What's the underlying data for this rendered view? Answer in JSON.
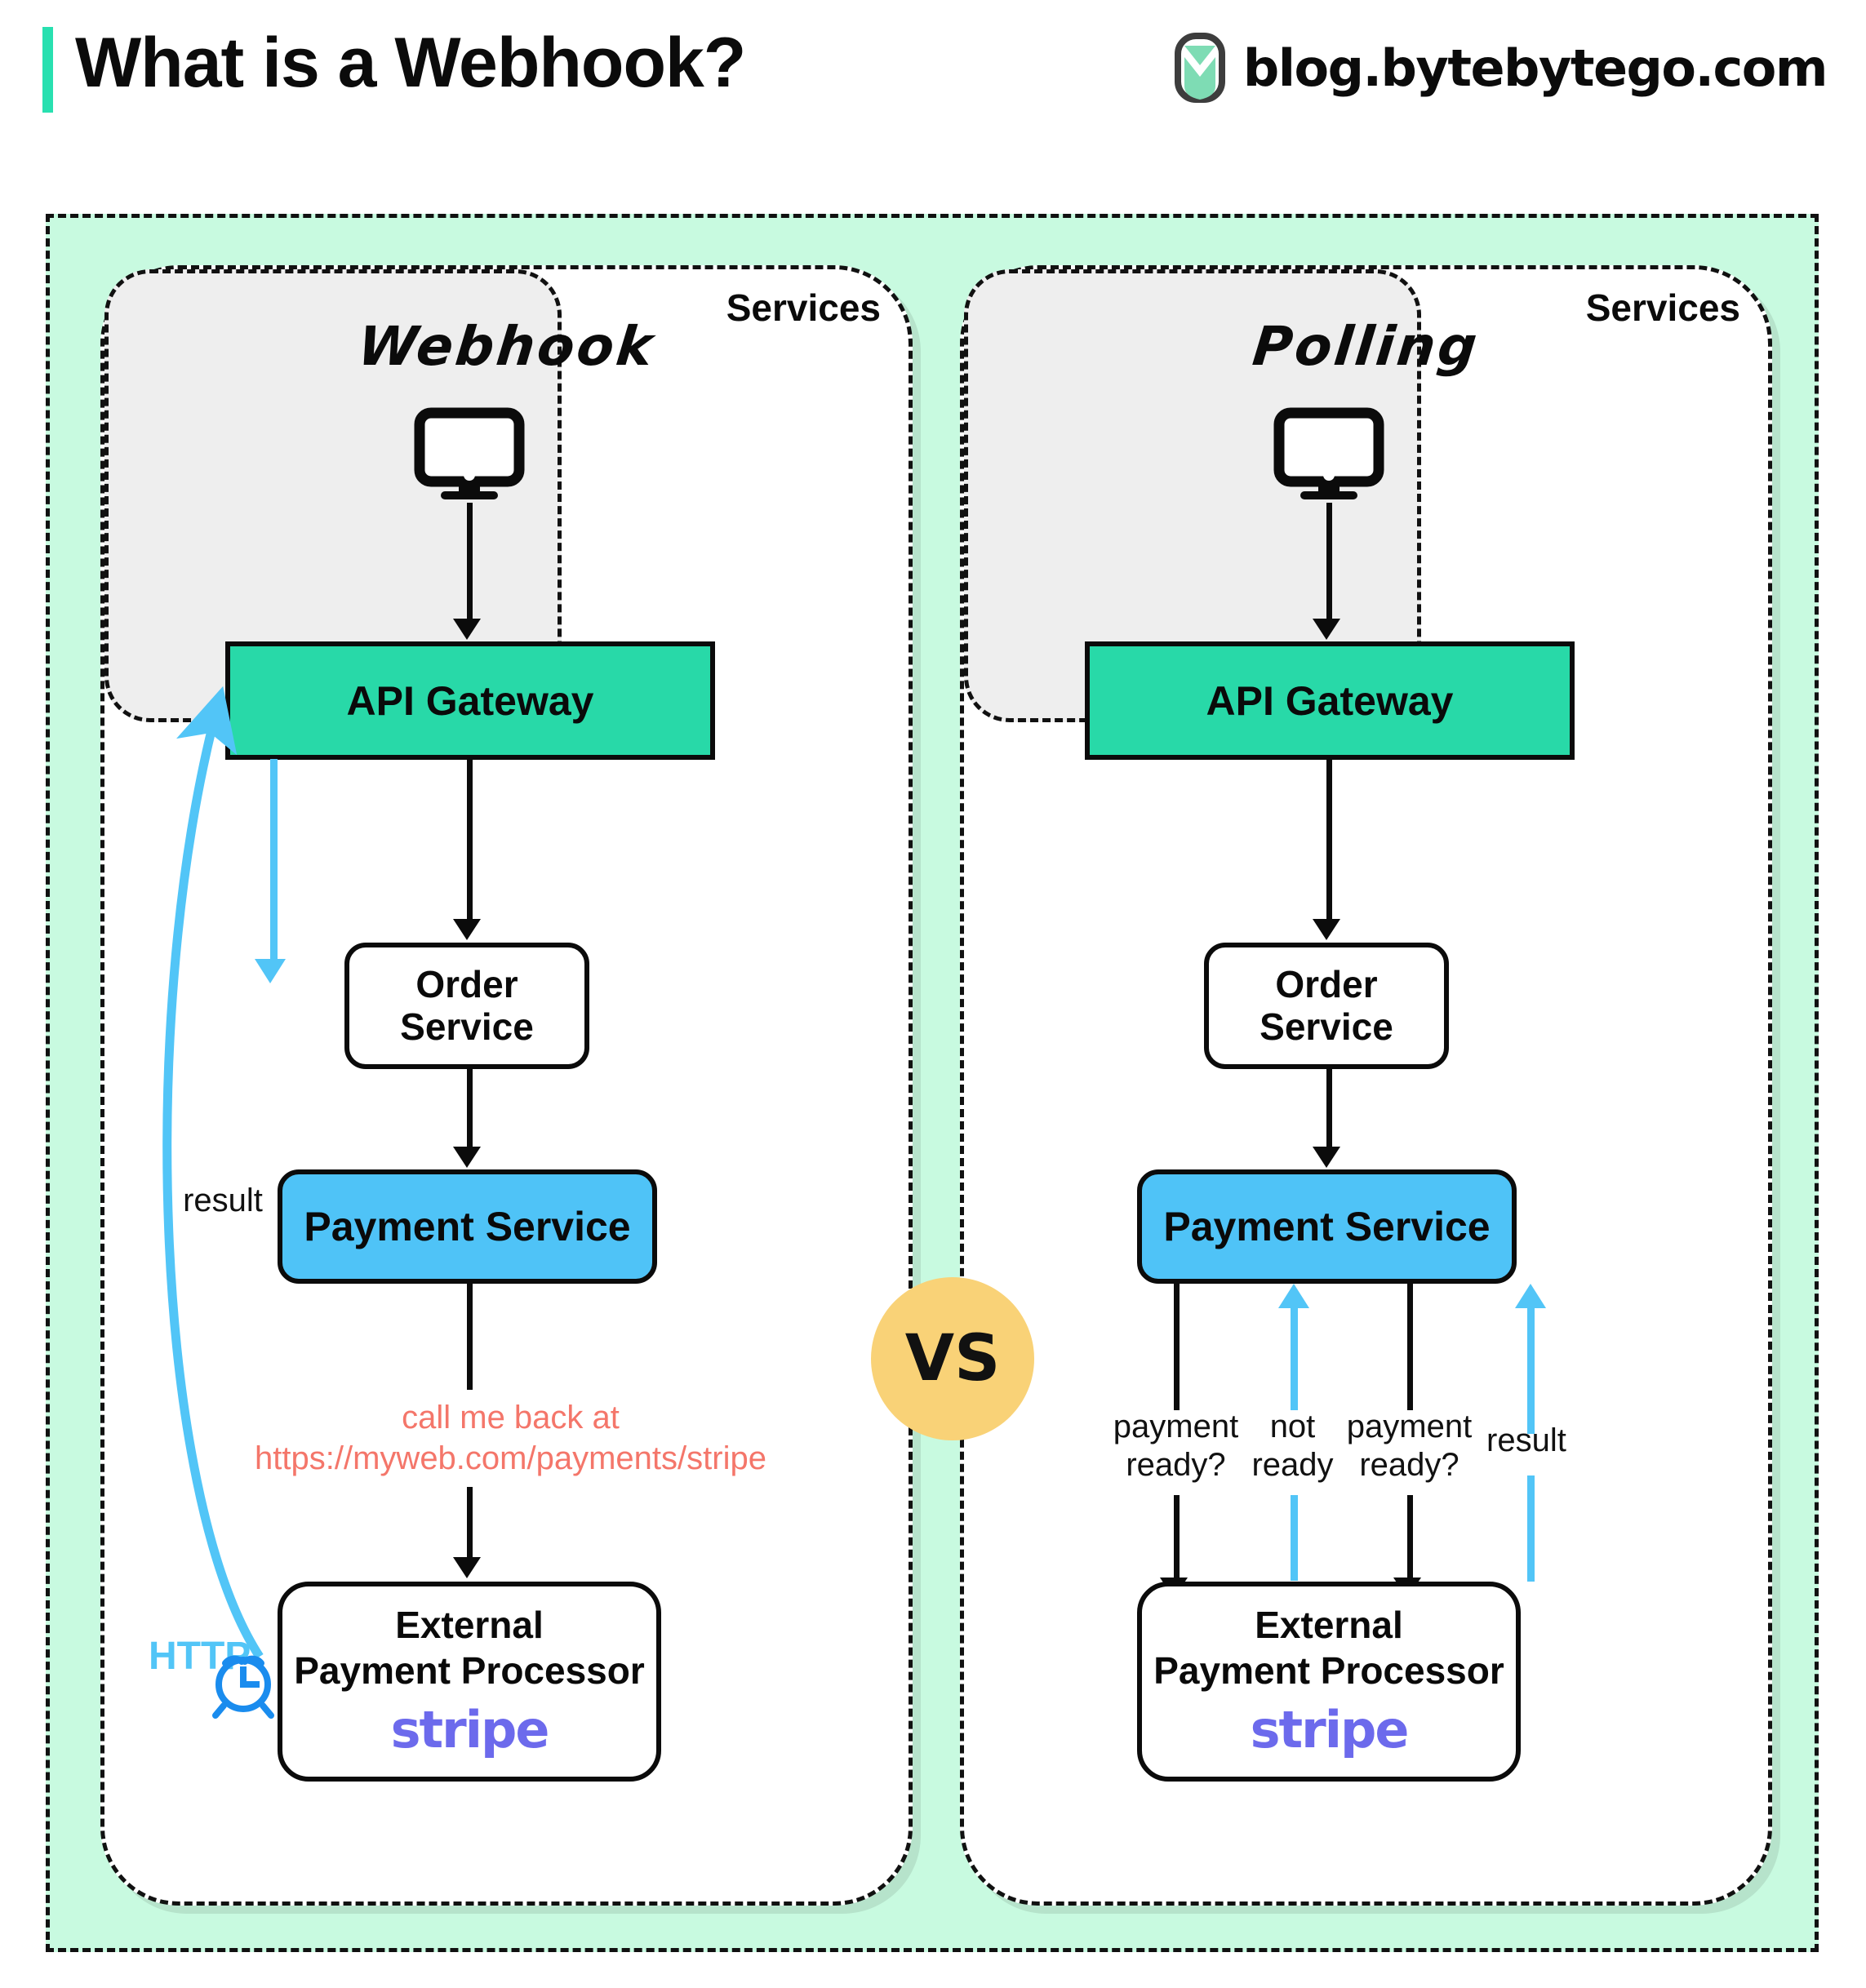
{
  "header": {
    "title": "What is a Webhook?",
    "brand_text": "blog.bytebytego.com",
    "brand_logo_icon": "bytebytego-logo-icon",
    "accent_color": "#28E0B0"
  },
  "vs_badge": {
    "label": "VS",
    "color": "#F9D277"
  },
  "colors": {
    "canvas_mint": "#C8FAE0",
    "api_gateway_green": "#28D9A8",
    "payment_service_blue": "#4FC3F7",
    "arrow_blue": "#52C5F7",
    "callback_red": "#F4766A",
    "stripe_purple": "#6C6AEC",
    "services_grey": "#EEEEEE"
  },
  "panels": [
    {
      "id": "webhook",
      "title": "Webhook",
      "client_icon": "monitor-icon",
      "api_gateway": "API Gateway",
      "services_label": "Services",
      "order_service": "Order\nService",
      "order_service_line1": "Order",
      "order_service_line2": "Service",
      "payment_service": "Payment Service",
      "external_processor_line1": "External",
      "external_processor_line2": "Payment Processor",
      "external_processor_brand": "stripe",
      "callback_label_line1": "call me back at",
      "callback_label_line2": "https://myweb.com/payments/stripe",
      "result_label": "result",
      "http_label": "HTTP",
      "clock_icon": "alarm-clock-icon"
    },
    {
      "id": "polling",
      "title": "Polling",
      "client_icon": "monitor-icon",
      "api_gateway": "API Gateway",
      "services_label": "Services",
      "order_service_line1": "Order",
      "order_service_line2": "Service",
      "payment_service": "Payment Service",
      "external_processor_line1": "External",
      "external_processor_line2": "Payment Processor",
      "external_processor_brand": "stripe",
      "poll_labels": [
        {
          "line1": "payment",
          "line2": "ready?"
        },
        {
          "line1": "not",
          "line2": "ready"
        },
        {
          "line1": "payment",
          "line2": "ready?"
        }
      ],
      "result_label": "result"
    }
  ]
}
